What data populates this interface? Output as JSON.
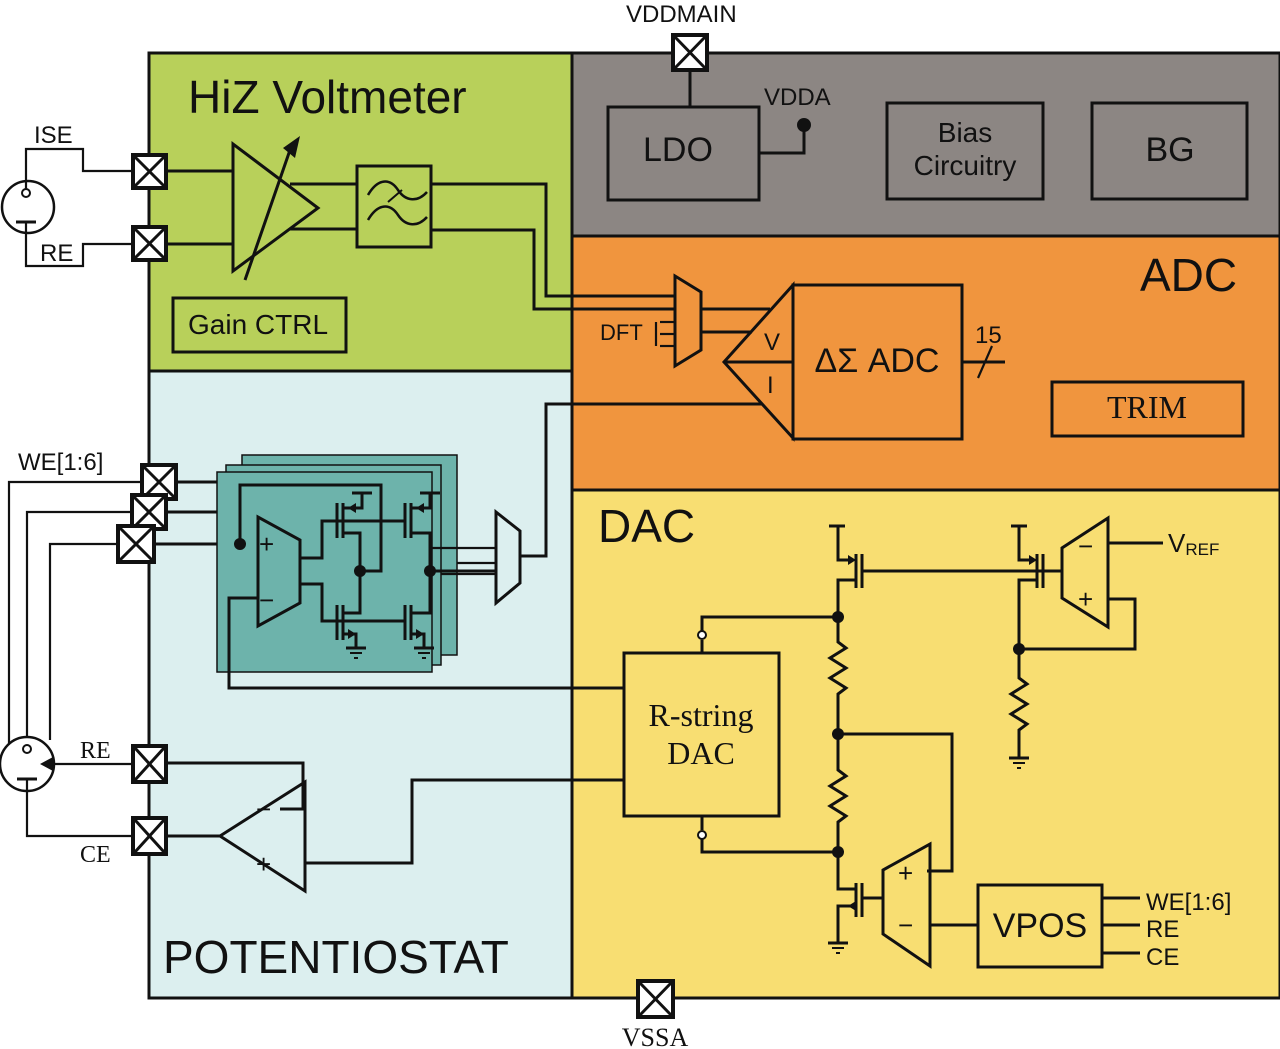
{
  "colors": {
    "hiz_block": "#b8d05a",
    "power_block": "#8c8683",
    "adc_block": "#f0953e",
    "potentiostat_block": "#dcefef",
    "dac_block": "#f8de72",
    "channel_stack": "#6db3ab",
    "wire": "#111111"
  },
  "pins": {
    "vddmain": "VDDMAIN",
    "vssa": "VSSA",
    "vdda": "VDDA",
    "ise": "ISE",
    "re_top": "RE",
    "we": "WE[1:6]",
    "re_bottom": "RE",
    "ce": "CE"
  },
  "blocks": {
    "hiz": {
      "title": "HiZ Voltmeter",
      "gain_ctrl": "Gain CTRL"
    },
    "power": {
      "ldo": "LDO",
      "bias_line1": "Bias",
      "bias_line2": "Circuitry",
      "bg": "BG"
    },
    "adc": {
      "title": "ADC",
      "dft": "DFT",
      "input_v": "V",
      "input_i": "I",
      "core": "ΔΣ ADC",
      "bits": "15",
      "trim": "TRIM"
    },
    "potentiostat": {
      "title": "POTENTIOSTAT",
      "plus": "+",
      "minus": "−"
    },
    "dac": {
      "title": "DAC",
      "rstring_line1": "R-string",
      "rstring_line2": "DAC",
      "vref_main": "V",
      "vref_sub": "REF",
      "vpos": "VPOS",
      "vpos_out_we": "WE[1:6]",
      "vpos_out_re": "RE",
      "vpos_out_ce": "CE"
    }
  }
}
